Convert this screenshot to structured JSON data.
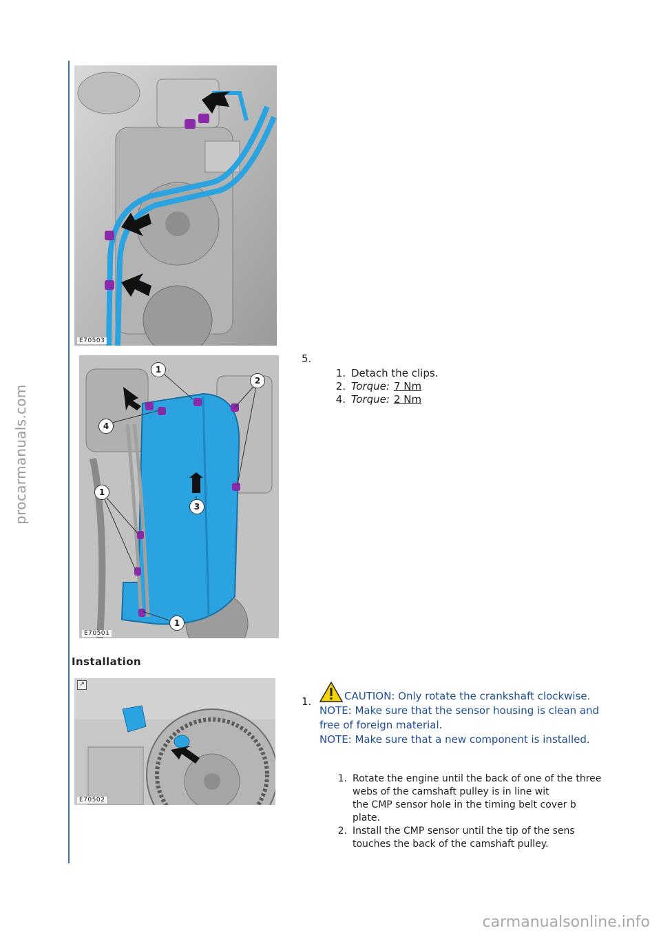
{
  "watermarks": {
    "side": "procarmanuals.com",
    "footer": "carmanualsonline.info"
  },
  "figures": [
    {
      "code": "E70503",
      "arrows": 3,
      "callouts": []
    },
    {
      "code": "E70501",
      "callouts": [
        "1",
        "2",
        "4",
        "1",
        "3",
        "1"
      ]
    },
    {
      "code": "E70502",
      "arrows": 1,
      "callouts": []
    }
  ],
  "removal_step": {
    "number": "5.",
    "items": [
      {
        "num": "1.",
        "text": "Detach the clips."
      },
      {
        "num": "2.",
        "label": "Torque:",
        "value": "7 Nm"
      },
      {
        "num": "4.",
        "label": "Torque:",
        "value": "2 Nm"
      }
    ]
  },
  "installation": {
    "title": "Installation",
    "step_number": "1.",
    "caution": "CAUTION: Only rotate the crankshaft clockwise.",
    "notes": [
      "NOTE: Make sure that the sensor housing is clean and free of foreign material.",
      "NOTE: Make sure that a new component is installed."
    ],
    "items": [
      {
        "num": "1.",
        "text": "Rotate the engine until the back of one of the three webs of the camshaft pulley is in line wit\nthe CMP sensor hole in the timing belt cover b\nplate."
      },
      {
        "num": "2.",
        "text": "Install the CMP sensor until the tip of the sens\ntouches the back of the camshaft pulley."
      }
    ]
  },
  "colors": {
    "accent_blue": "#3b6fb5",
    "note_blue": "#1f4f9a",
    "part_blue": "#2aa3e0",
    "clip_purple": "#8a2aa8"
  }
}
